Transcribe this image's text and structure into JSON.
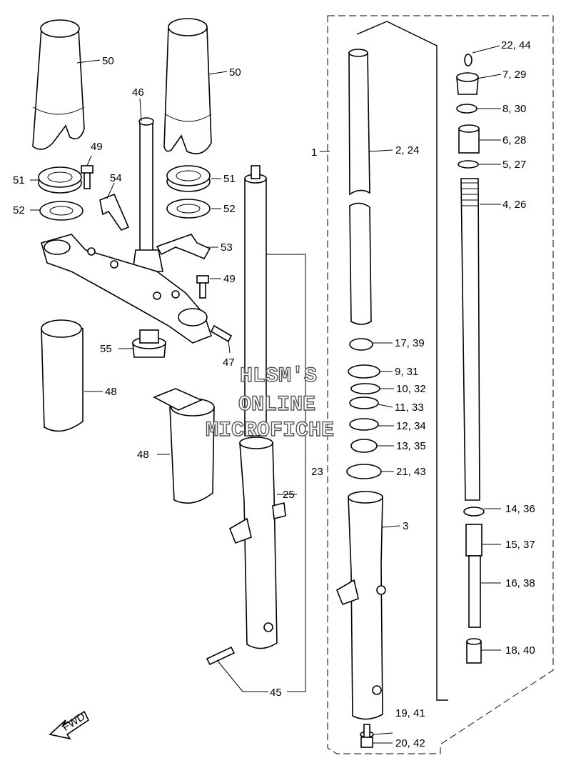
{
  "callouts": [
    "50",
    "50",
    "46",
    "49",
    "51",
    "51",
    "54",
    "52",
    "52",
    "53",
    "49",
    "55",
    "47",
    "48",
    "48",
    "23",
    "25",
    "45",
    "1",
    "2, 24",
    "22, 44",
    "7, 29",
    "8, 30",
    "6, 28",
    "5, 27",
    "4, 26",
    "17, 39",
    "9, 31",
    "10, 32",
    "11, 33",
    "12, 34",
    "13, 35",
    "21, 43",
    "3",
    "14, 36",
    "15, 37",
    "16, 38",
    "18, 40",
    "19, 41",
    "20, 42"
  ],
  "watermark": [
    "HLSM'S",
    "ONLINE",
    "MICROFICHE"
  ],
  "fwd": "FWD",
  "colors": {
    "line": "#000000",
    "background": "#ffffff",
    "watermark_stroke": "#555555"
  }
}
